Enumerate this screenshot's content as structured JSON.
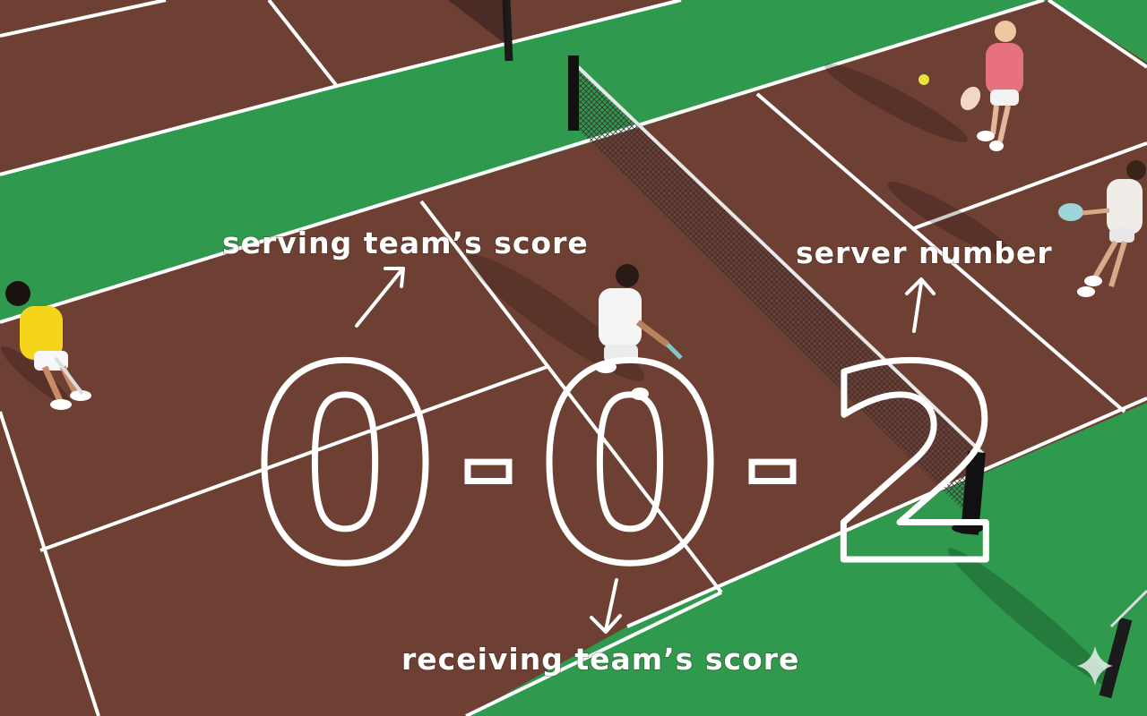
{
  "score": {
    "serving_team_score": "0",
    "receiving_team_score": "0",
    "server_number": "2",
    "separator": "-"
  },
  "labels": {
    "serving": "serving team’s score",
    "receiving": "receiving team’s score",
    "server": "server number"
  },
  "colors": {
    "court_green": "#2f9a4e",
    "court_brown": "#6e3f33",
    "line_white": "#ffffff",
    "net_black": "#1b1b1b"
  },
  "icons": {
    "corner": "sparkle-icon"
  }
}
